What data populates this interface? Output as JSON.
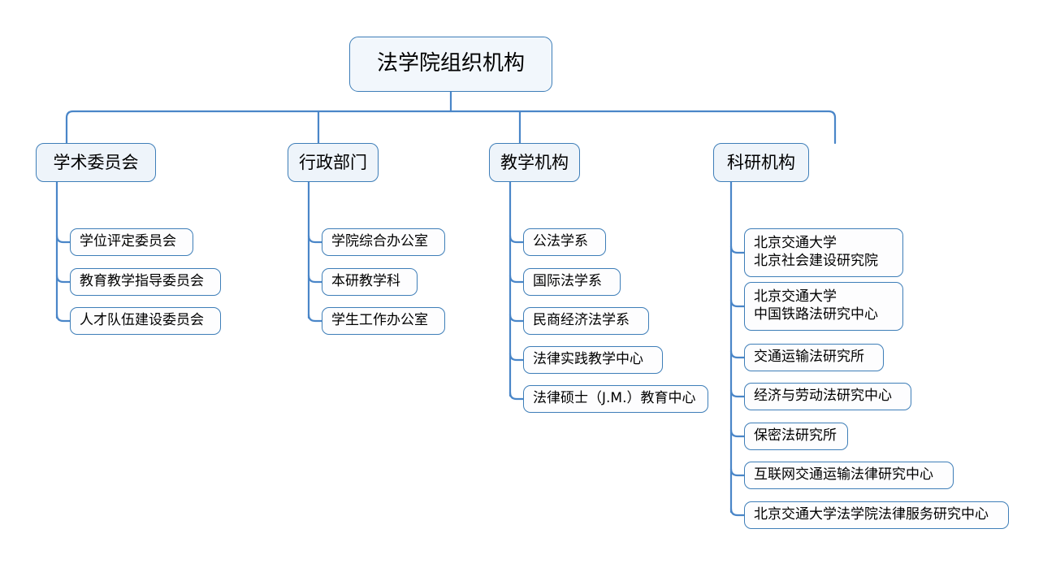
{
  "chart_data": {
    "type": "diagram",
    "diagram_kind": "organization-chart",
    "title": "法学院组织机构",
    "orientation": "top-down-then-left-vertical",
    "colors": {
      "node_border": "#3E7EB8",
      "node_fill_branch": "#EEF4FA",
      "node_fill_leaf": "#FDFDFE",
      "connector": "#4A86C8",
      "text": "#000000",
      "background": "#FFFFFF"
    }
  },
  "root": {
    "label": "法学院组织机构"
  },
  "branches": [
    {
      "label": "学术委员会",
      "children": [
        {
          "line1": "学位评定委员会",
          "line2": ""
        },
        {
          "line1": "教育教学指导委员会",
          "line2": ""
        },
        {
          "line1": "人才队伍建设委员会",
          "line2": ""
        }
      ]
    },
    {
      "label": "行政部门",
      "children": [
        {
          "line1": "学院综合办公室",
          "line2": ""
        },
        {
          "line1": "本研教学科",
          "line2": ""
        },
        {
          "line1": "学生工作办公室",
          "line2": ""
        }
      ]
    },
    {
      "label": "教学机构",
      "children": [
        {
          "line1": "公法学系",
          "line2": ""
        },
        {
          "line1": "国际法学系",
          "line2": ""
        },
        {
          "line1": "民商经济法学系",
          "line2": ""
        },
        {
          "line1": "法律实践教学中心",
          "line2": ""
        },
        {
          "line1": "法律硕士（J.M.）教育中心",
          "line2": ""
        }
      ]
    },
    {
      "label": "科研机构",
      "children": [
        {
          "line1": "北京交通大学",
          "line2": "北京社会建设研究院"
        },
        {
          "line1": "北京交通大学",
          "line2": "中国铁路法研究中心"
        },
        {
          "line1": "交通运输法研究所",
          "line2": ""
        },
        {
          "line1": "经济与劳动法研究中心",
          "line2": ""
        },
        {
          "line1": "保密法研究所",
          "line2": ""
        },
        {
          "line1": "互联网交通运输法律研究中心",
          "line2": ""
        },
        {
          "line1": "北京交通大学法学院法律服务研究中心",
          "line2": ""
        }
      ]
    }
  ]
}
